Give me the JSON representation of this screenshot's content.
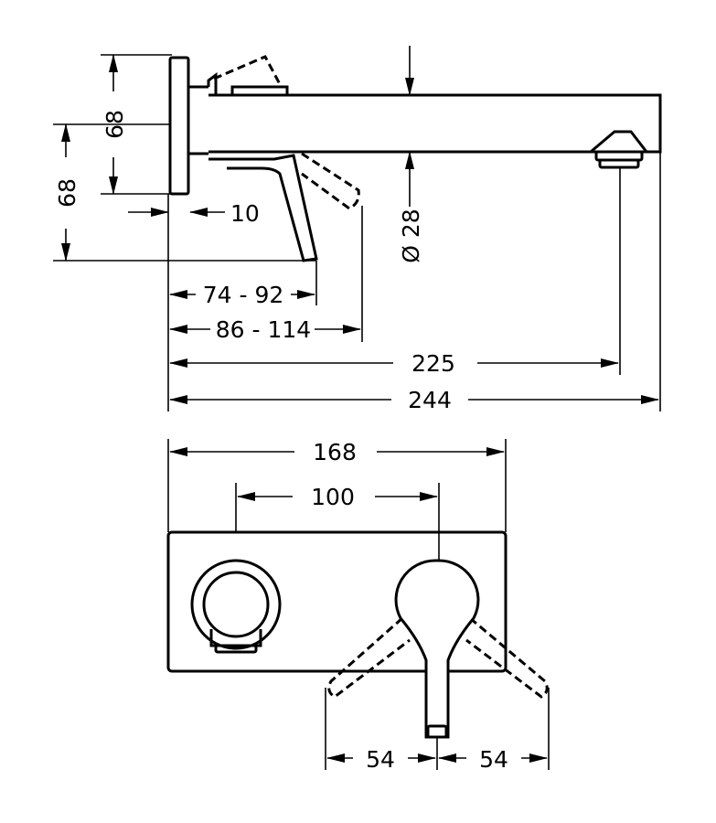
{
  "dimensions": {
    "side_height_upper": "68",
    "side_height_lower": "68",
    "plate_thickness": "10",
    "spout_diameter": "Ø 28",
    "lever_reach_min": "74 - 92",
    "lever_reach_max": "86 - 114",
    "outlet_projection": "225",
    "total_projection": "244",
    "plate_width": "168",
    "center_distance": "100",
    "lever_swing_left": "54",
    "lever_swing_right": "54"
  },
  "colors": {
    "line": "#000000",
    "background": "#ffffff"
  }
}
